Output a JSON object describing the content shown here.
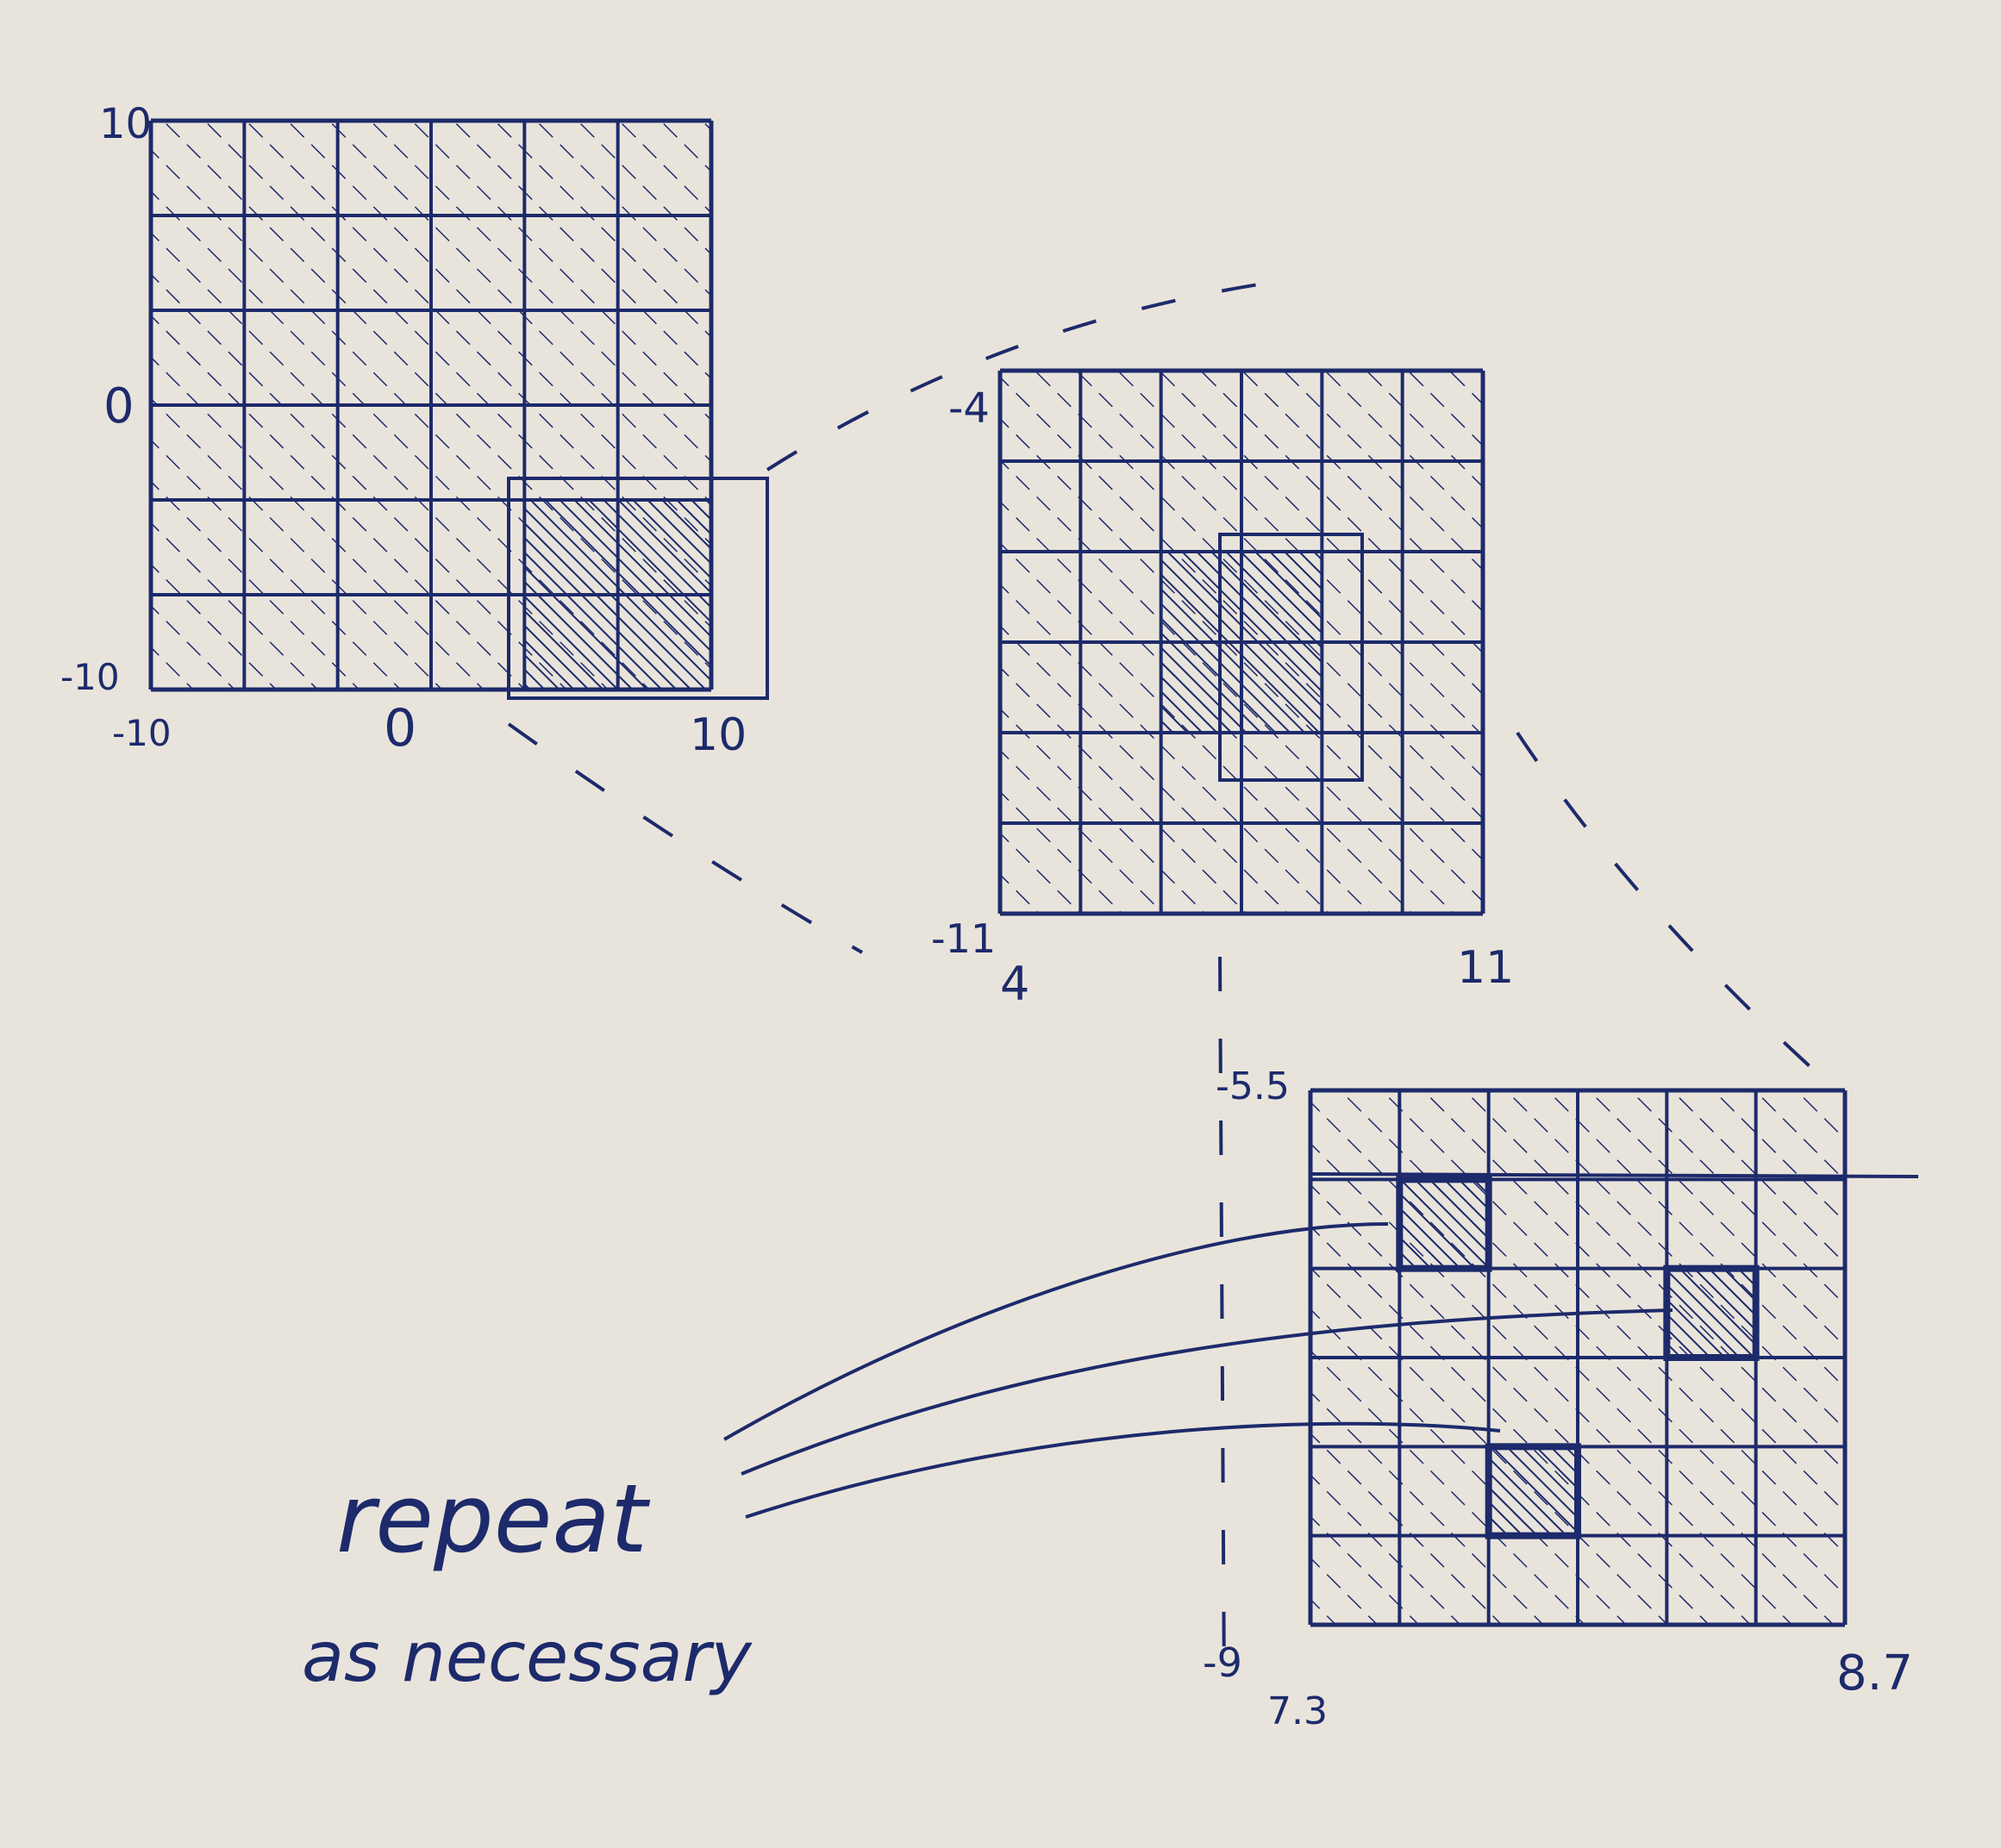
{
  "ink_color": "#1d2a6b",
  "paper_color": "#e9e4db",
  "grids": [
    {
      "id": "grid-1",
      "y_top_label": "10",
      "y_mid_label": "0",
      "y_bottom_label": "-10",
      "x_left_label": "-10",
      "x_mid_label": "0",
      "x_right_label": "10",
      "cells": 6,
      "highlighted_cells": [
        [
          4,
          4
        ],
        [
          5,
          4
        ],
        [
          4,
          5
        ],
        [
          5,
          5
        ]
      ]
    },
    {
      "id": "grid-2",
      "y_top_label": "-4",
      "y_bottom_label": "-11",
      "x_left_label": "4",
      "x_right_label": "11",
      "cells": 6,
      "highlighted_cells": [
        [
          2,
          2
        ],
        [
          3,
          2
        ],
        [
          2,
          3
        ],
        [
          3,
          3
        ]
      ]
    },
    {
      "id": "grid-3",
      "y_top_label": "-5.5",
      "y_bottom_label": "-9",
      "x_left_label": "7.3",
      "x_right_label": "8.7",
      "cells": 6,
      "highlighted_cells": [
        [
          1,
          1
        ],
        [
          4,
          2
        ],
        [
          2,
          4
        ]
      ]
    }
  ],
  "note": {
    "line1": "repeat",
    "line2": "as necessary"
  }
}
